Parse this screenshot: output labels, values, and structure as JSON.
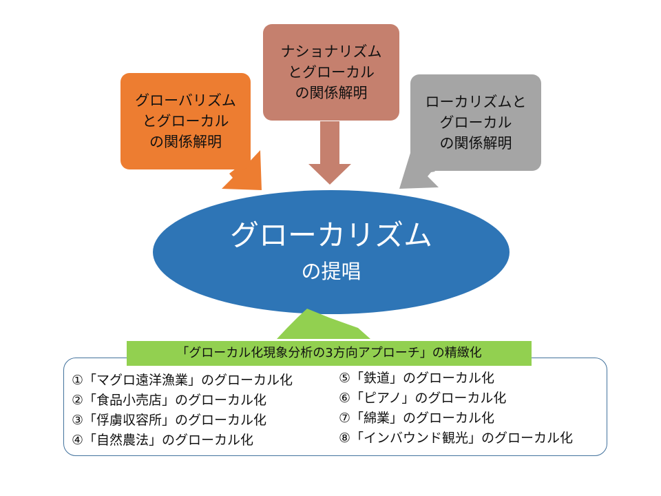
{
  "theme_colors": {
    "globalism_box": "#ED7D31",
    "nationalism_box": "#C5806E",
    "localism_box": "#A5A5A5",
    "center_ellipse": "#2E75B6",
    "approach_banner": "#92D050",
    "frame_border": "#41719C"
  },
  "top_boxes": {
    "globalism": [
      "グローバリズム",
      "とグローカル",
      "の関係解明"
    ],
    "nationalism": [
      "ナショナリズム",
      "とグローカル",
      "の関係解明"
    ],
    "localism": [
      "ローカリズムと",
      "グローカル",
      "の関係解明"
    ]
  },
  "center": {
    "title": "グローカリズム",
    "subtitle": "の提唱"
  },
  "approach": {
    "banner": "「グローカル化現象分析の3方向アプローチ」の精緻化",
    "cases_left": [
      "①「マグロ遠洋漁業」のグローカル化",
      "②「食品小売店」のグローカル化",
      "③「俘虜収容所」のグローカル化",
      "④「自然農法」のグローカル化"
    ],
    "cases_right": [
      "⑤「鉄道」のグローカル化",
      "⑥「ピアノ」のグローカル化",
      "⑦「綿業」のグローカル化",
      "⑧「インバウンド観光」のグローカル化"
    ]
  }
}
